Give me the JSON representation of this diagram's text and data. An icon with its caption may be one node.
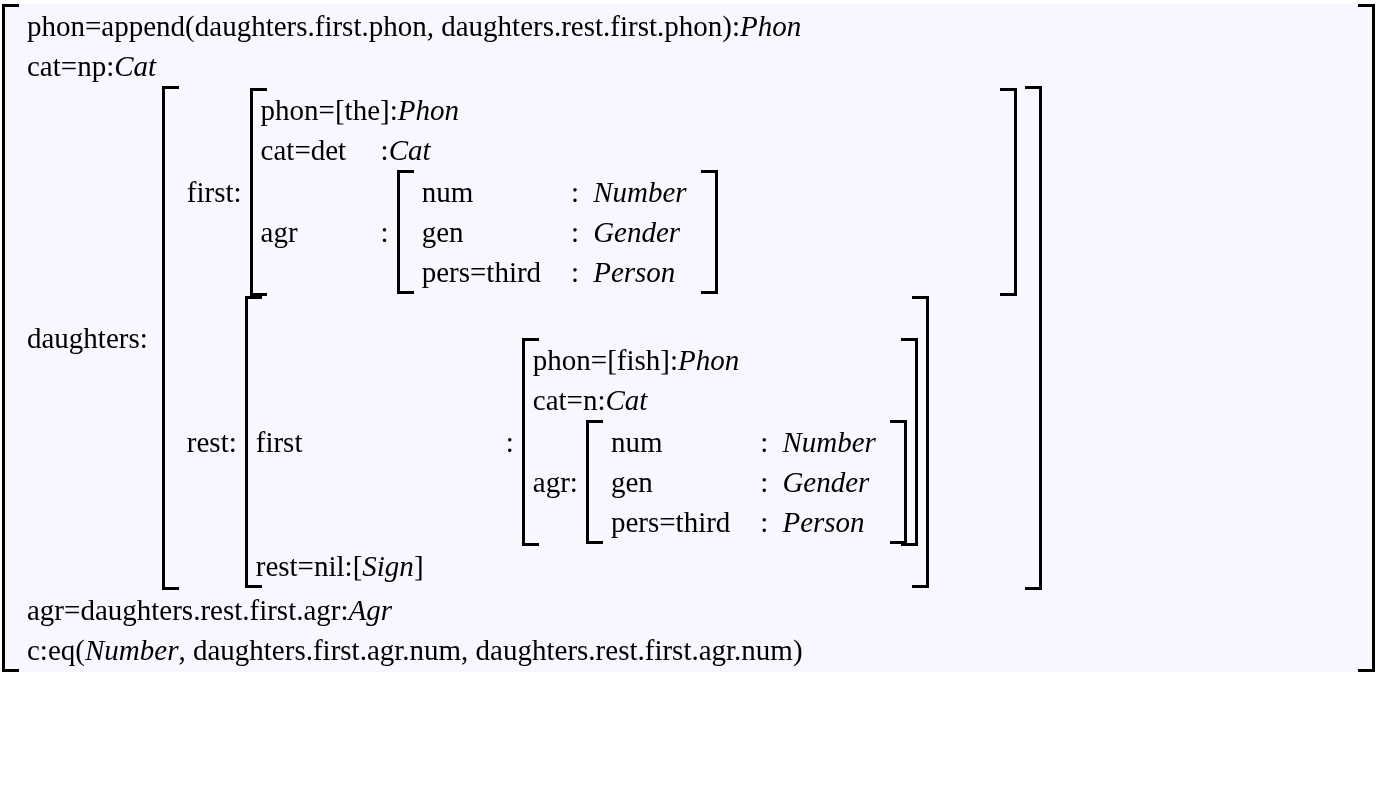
{
  "diagram": {
    "nodes": [
      {
        "text": [
          "phon=append(daughters.first.phon, daughters.rest.first.phon):*Phon*",
          "cat=np:*Cat*",
          "daughters:",
          "agr=daughters.rest.first.agr:*Agr*",
          "c:eq(*Number*, daughters.first.agr.num, daughters.rest.first.agr.num)"
        ]
      },
      {
        "text": [
          "first:",
          "rest:"
        ],
        "in": 0
      },
      {
        "text": [
          "phon=[the]:*Phon*",
          "cat=det",
          ":*Cat*",
          "agr",
          ":"
        ],
        "in": 1
      },
      {
        "text": [
          "num",
          ":",
          "*Number*",
          "gen",
          ":",
          "*Gender*",
          "pers=third",
          ":",
          "*Person*"
        ],
        "in": 2
      },
      {
        "text": [
          "first",
          ":",
          "rest=nil:[*Sign*]"
        ],
        "in": 1
      },
      {
        "text": [
          "phon=[fish]:*Phon*",
          "cat=n:*Cat*",
          "agr:"
        ],
        "in": 4
      },
      {
        "text": [
          "num",
          ":",
          "*Number*",
          "gen",
          ":",
          "*Gender*",
          "pers=third",
          ":",
          "*Person*"
        ],
        "in": 5
      }
    ]
  }
}
